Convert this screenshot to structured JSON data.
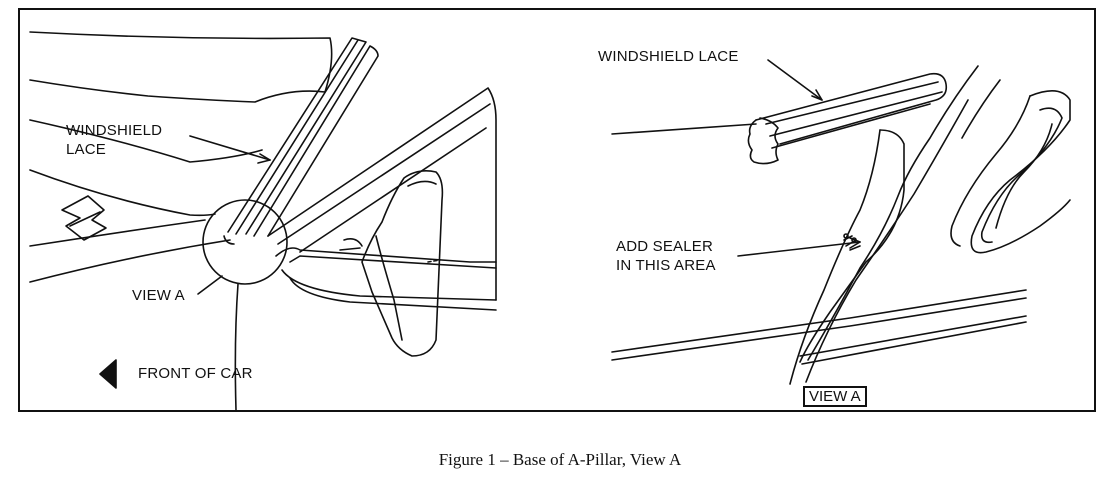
{
  "left_panel": {
    "label_windshield_lace_line1": "WINDSHIELD",
    "label_windshield_lace_line2": "LACE",
    "label_view_a": "VIEW A",
    "label_front_of_car": "FRONT OF CAR",
    "front_arrow_icon": "left-arrow-icon"
  },
  "right_panel": {
    "label_windshield_lace": "WINDSHIELD LACE",
    "label_add_sealer_line1": "ADD SEALER",
    "label_add_sealer_line2": "IN THIS AREA",
    "label_view_a_boxed": "VIEW A"
  },
  "caption": "Figure 1 – Base of A-Pillar, View A"
}
